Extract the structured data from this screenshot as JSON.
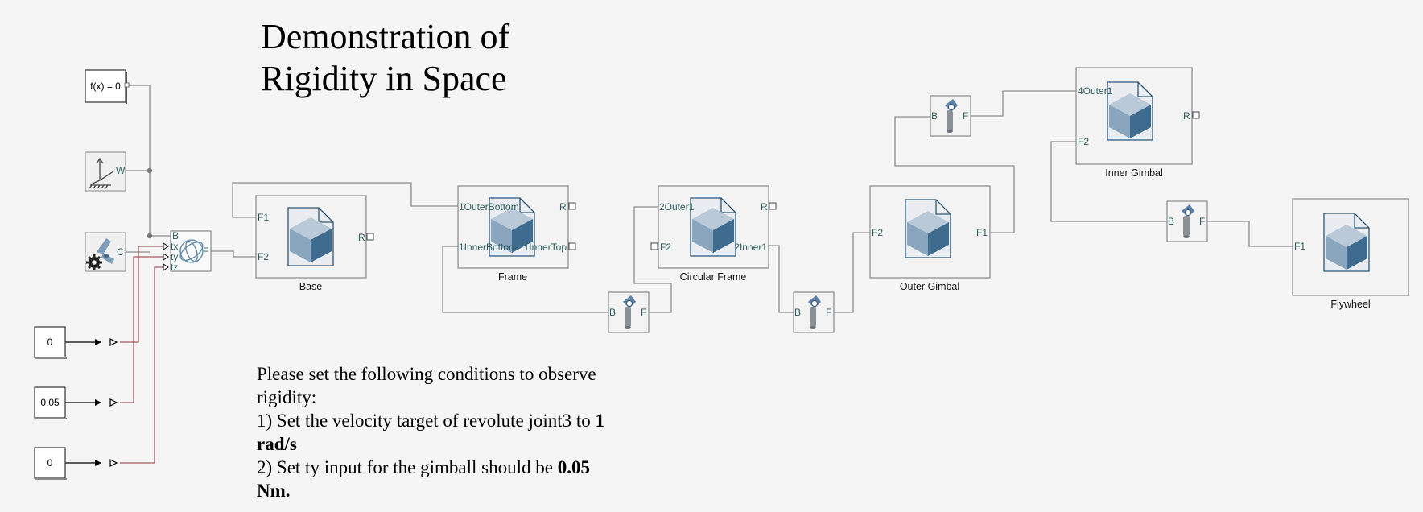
{
  "title": {
    "line1": "Demonstration of",
    "line2": "Rigidity in Space"
  },
  "note": {
    "l1": "Please set the following conditions to observe",
    "l2": "rigidity:",
    "l3a": "1) Set the velocity target of revolute joint3 to",
    "l3b": "1",
    "l4": "rad/s",
    "l5a": "2) Set ty input for the gimball should be",
    "l5b": "0.05",
    "l6": "Nm."
  },
  "blocks": {
    "solver": {
      "label": "f(x) = 0"
    },
    "world": {
      "port": "W"
    },
    "config": {
      "port": "C"
    },
    "gimbal": {
      "b": "B",
      "tx": "tx",
      "ty": "ty",
      "tz": "tz",
      "f": "F"
    },
    "const1": {
      "value": "0"
    },
    "const2": {
      "value": "0.05"
    },
    "const3": {
      "value": "0"
    },
    "base": {
      "name": "Base",
      "p1": "F1",
      "p2": "F2",
      "r": "R"
    },
    "frame": {
      "name": "Frame",
      "p1": "1OuterBottom",
      "p2": "1InnerBottom",
      "p3": "1InnerTop",
      "r": "R"
    },
    "circular": {
      "name": "Circular Frame",
      "p1": "2Outer1",
      "p2": "F2",
      "p3": "2Inner1",
      "r": "R"
    },
    "outer": {
      "name": "Outer Gimbal",
      "p1": "F2",
      "p2": "F1"
    },
    "inner": {
      "name": "Inner Gimbal",
      "p1": "4Outer1",
      "p2": "F2",
      "r": "R"
    },
    "flywheel": {
      "name": "Flywheel",
      "p1": "F1"
    },
    "joint": {
      "b": "B",
      "f": "F"
    }
  },
  "colors": {
    "line": "#8c8c8c",
    "signal": "#000000",
    "physsig": "#a05a60",
    "cube_top": "#b7c7d6",
    "cube_left": "#8fa8bf",
    "cube_right": "#3d6a8c"
  }
}
